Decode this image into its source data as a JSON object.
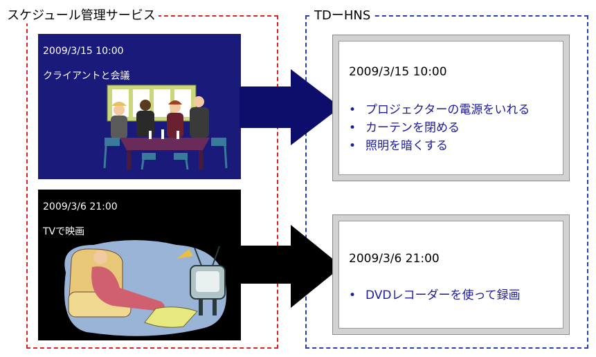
{
  "left_group": {
    "title": "スケジュール管理サービス"
  },
  "right_group": {
    "title": "TDーHNS"
  },
  "events": [
    {
      "date": "2009/3/15 10:00",
      "title": "クライアントと会議",
      "actions_date": "2009/3/15 10:00",
      "actions": [
        "プロジェクターの電源をいれる",
        "カーテンを閉める",
        "照明を暗くする"
      ]
    },
    {
      "date": "2009/3/6 21:00",
      "title": "TVで映画",
      "actions_date": "2009/3/6 21:00",
      "actions": [
        "DVDレコーダーを使って録画"
      ]
    }
  ],
  "colors": {
    "left_border": "#e02020",
    "right_border": "#1f3fbf",
    "meeting_panel": "#1a1a7a",
    "tv_panel": "#000000",
    "arrow_1": "#0d0d6b",
    "arrow_2": "#000000",
    "action_text": "#1a1a9a"
  },
  "icons": [
    "meeting-clipart-icon",
    "tv-lounging-clipart-icon",
    "right-arrow-icon"
  ]
}
